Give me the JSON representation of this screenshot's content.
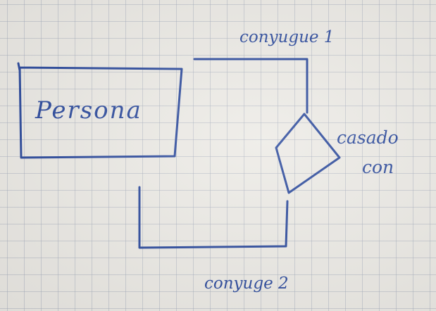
{
  "diagram": {
    "entity": {
      "label": "Persona"
    },
    "relationship": {
      "line1": "casado",
      "line2": "con"
    },
    "roles": {
      "role1": "conyugue 1",
      "role2": "conyuge 2"
    }
  },
  "colors": {
    "ink": "#27469a",
    "paper": "#eceae5",
    "grid": "#a0aab9"
  }
}
